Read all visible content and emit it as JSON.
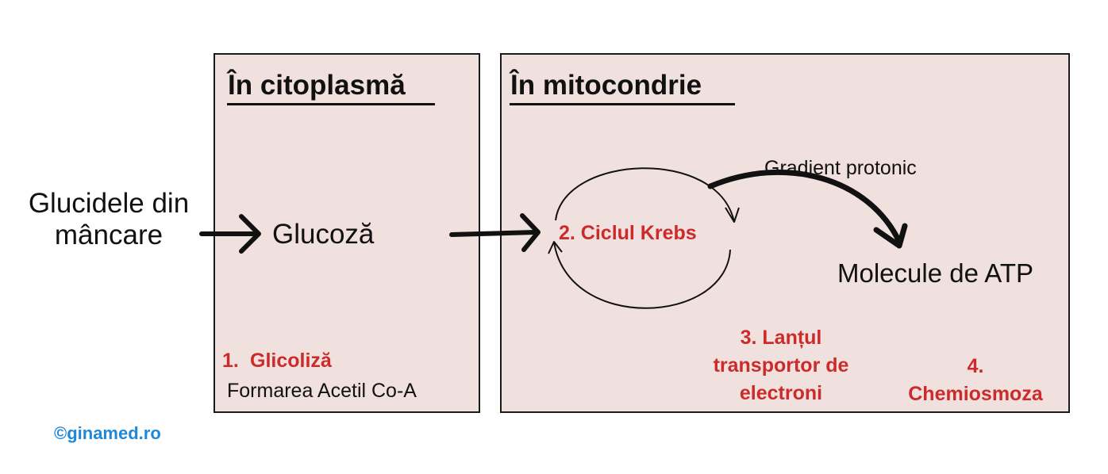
{
  "colors": {
    "panel_fill": "#f1e1de",
    "border": "#1a1a1a",
    "step_text": "#cc2b2b",
    "watermark": "#1e88d9"
  },
  "cytoplasm": {
    "title": "În citoplasmă",
    "product": "Glucoză",
    "step1_number": "1.",
    "step1_label": "Glicoliză",
    "step1_sub": "Formarea Acetil Co-A"
  },
  "mitochondria": {
    "title": "În mitocondrie",
    "krebs_label": "2. Ciclul Krebs",
    "gradient_label": "Gradient protonic",
    "atp_label": "Molecule de ATP",
    "step3_line1": "3. Lanțul",
    "step3_line2": "transportor de",
    "step3_line3": "electroni",
    "step4_line1": "4.",
    "step4_line2": "Chemiosmoza"
  },
  "input": {
    "line1": "Glucidele din",
    "line2": "mâncare"
  },
  "watermark": "©ginamed.ro"
}
